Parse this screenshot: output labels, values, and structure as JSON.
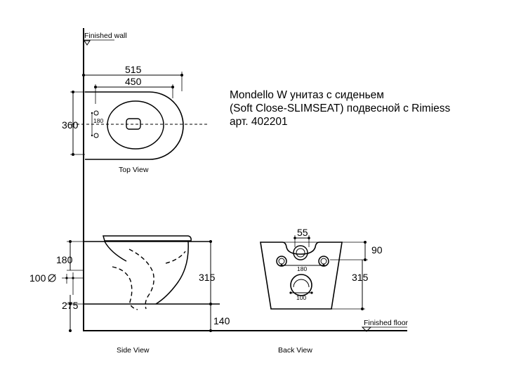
{
  "title_lines": [
    "Mondello W унитаз с сиденьем",
    "(Soft Close-SLIMSEAT) подвесной с Rimiess",
    "арт. 402201"
  ],
  "labels": {
    "finished_wall": "Finished  wall",
    "finished_floor": "Finished  floor",
    "top_view": "Top View",
    "side_view": "Side View",
    "back_view": "Back View"
  },
  "dimensions": {
    "top_515": "515",
    "top_450": "450",
    "top_360": "360",
    "top_180": "180",
    "side_180": "180",
    "side_100": "100",
    "side_315": "315",
    "side_275": "275",
    "side_140": "140",
    "back_55": "55",
    "back_90": "90",
    "back_180": "180",
    "back_315": "315",
    "back_100": "100"
  }
}
